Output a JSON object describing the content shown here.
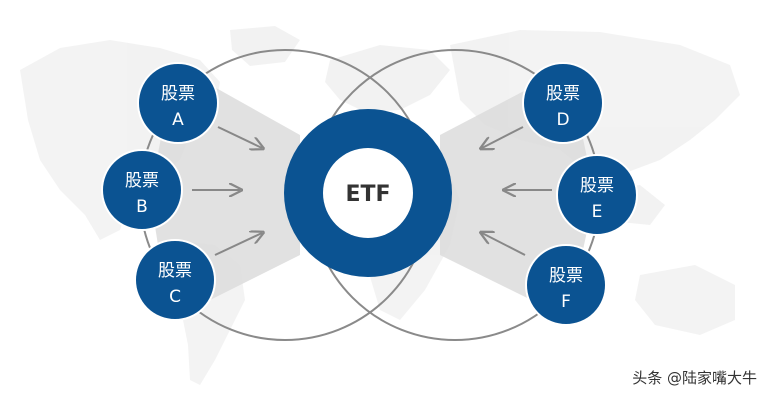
{
  "colors": {
    "node_fill": "#0b5392",
    "node_border": "#ffffff",
    "ring_fill": "#0b5392",
    "ring_inner": "#ffffff",
    "outline_circle": "#8a8a8a",
    "cone_fill": "#dcdcdc",
    "arrow": "#888888",
    "map": "#e9e9e9",
    "node_text": "#ffffff",
    "center_text": "#333333"
  },
  "center": {
    "label": "ETF"
  },
  "stocks": [
    {
      "line1": "股票",
      "line2": "A"
    },
    {
      "line1": "股票",
      "line2": "B"
    },
    {
      "line1": "股票",
      "line2": "C"
    },
    {
      "line1": "股票",
      "line2": "D"
    },
    {
      "line1": "股票",
      "line2": "E"
    },
    {
      "line1": "股票",
      "line2": "F"
    }
  ],
  "watermark": "头条 @陆家嘴大牛"
}
